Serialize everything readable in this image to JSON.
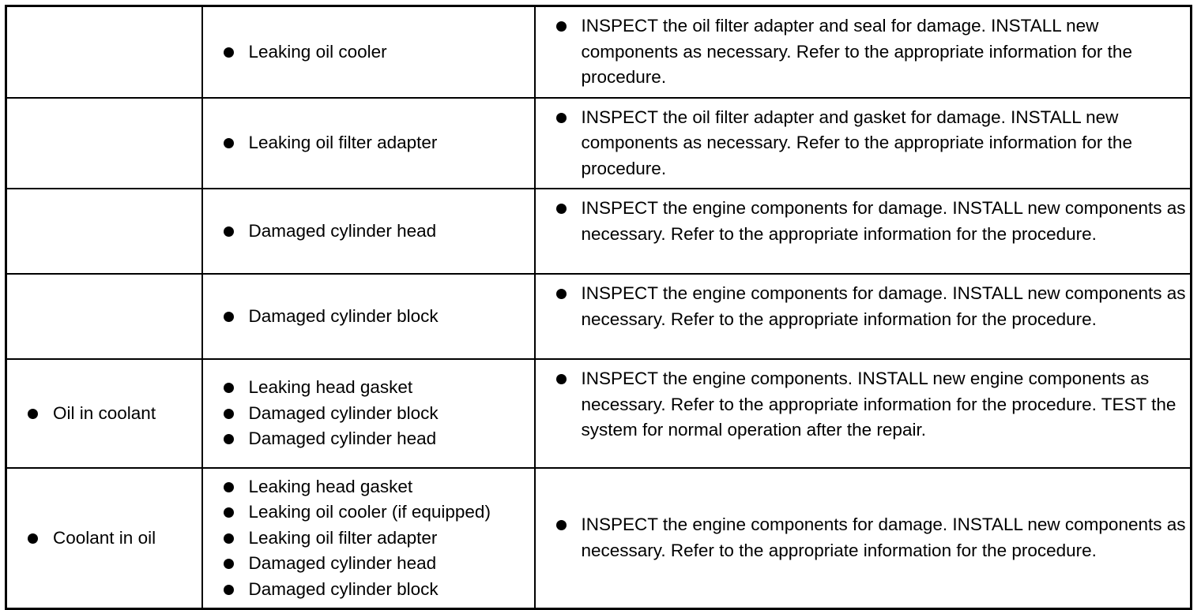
{
  "rows": [
    {
      "symptom": "",
      "causes": [
        "Leaking oil cooler"
      ],
      "action": "INSPECT the oil filter adapter and seal for damage. INSTALL new components as necessary. Refer to the appropriate information for the procedure."
    },
    {
      "symptom": "",
      "causes": [
        "Leaking oil filter adapter"
      ],
      "action": "INSPECT the oil filter adapter and gasket for damage. INSTALL new components as necessary. Refer to the appropriate information for the procedure."
    },
    {
      "symptom": "",
      "causes": [
        "Damaged cylinder head"
      ],
      "action": "INSPECT the engine components for damage. INSTALL new components as necessary. Refer to the appropriate information for the procedure."
    },
    {
      "symptom": "",
      "causes": [
        "Damaged cylinder block"
      ],
      "action": "INSPECT the engine components for damage. INSTALL new components as necessary. Refer to the appropriate information for the procedure."
    },
    {
      "symptom": "Oil in coolant",
      "causes": [
        "Leaking head gasket",
        "Damaged cylinder block",
        "Damaged cylinder head"
      ],
      "action": "INSPECT the engine components. INSTALL new engine components as necessary. Refer to the appropriate information for the procedure. TEST the system for normal operation after the repair."
    },
    {
      "symptom": "Coolant in oil",
      "causes": [
        "Leaking head gasket",
        "Leaking oil cooler (if equipped)",
        "Leaking oil filter adapter",
        "Damaged cylinder head",
        "Damaged cylinder block"
      ],
      "action": "INSPECT the engine components for damage. INSTALL new components as necessary. Refer to the appropriate information for the procedure."
    }
  ]
}
